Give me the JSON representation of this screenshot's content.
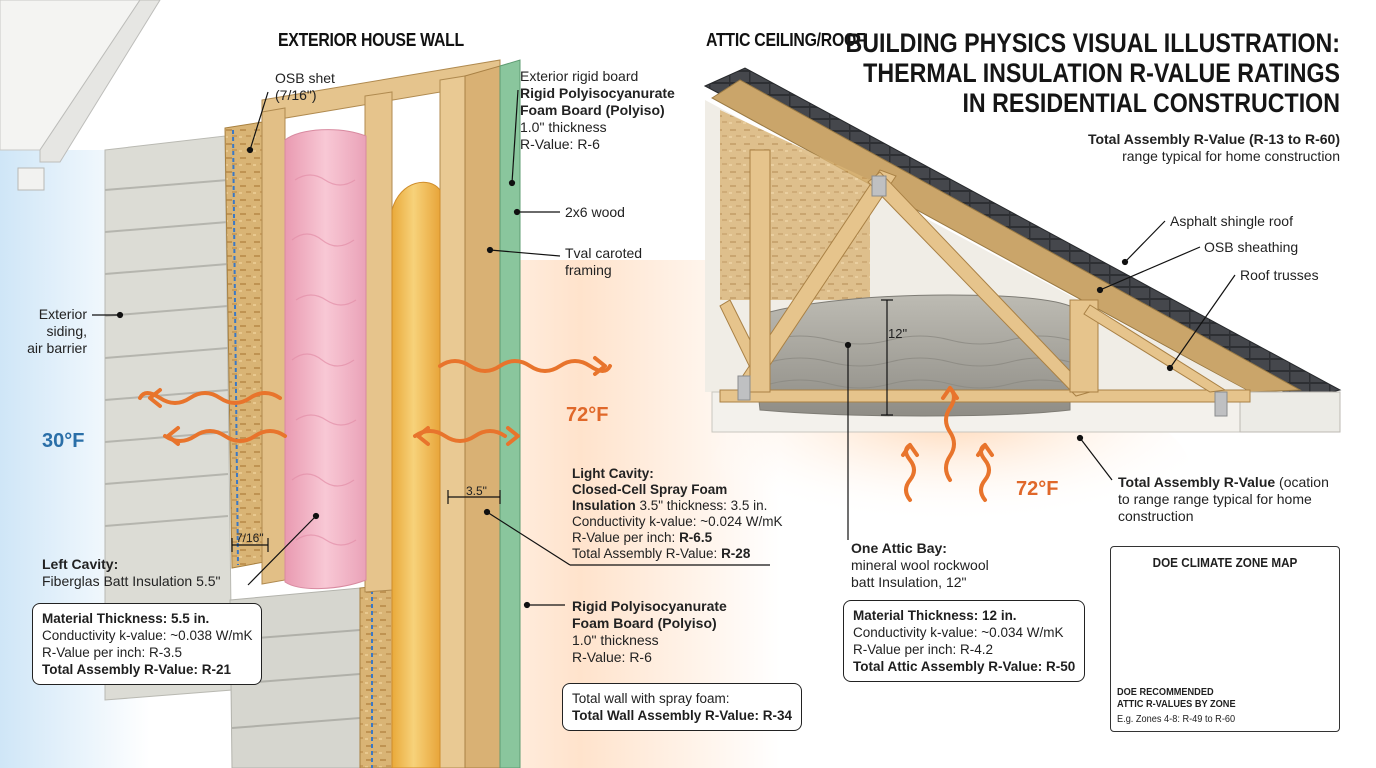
{
  "title": {
    "line1": "BUILDING PHYSICS VISUAL ILLUSTRATION:",
    "line2": "THERMAL INSULATION R-VALUE RATINGS",
    "line3": "IN RESIDENTIAL CONSTRUCTION"
  },
  "subtitle": {
    "bold": "Total Assembly R-Value (R-13 to R-60)",
    "text": "range typical for home construction"
  },
  "wall": {
    "header": "EXTERIOR HOUSE WALL",
    "osb_label_1": "OSB shet",
    "osb_label_2": "(7/16\")",
    "rigid_top_1": "Exterior rigid board",
    "rigid_top_2": "Rigid Polyisocyanurate",
    "rigid_top_3": "Foam Board (Polyiso)",
    "rigid_top_4": "1.0\" thickness",
    "rigid_top_5": "R-Value: R-6",
    "wood": "2x6 wood",
    "framing_1": "Tval caroted",
    "framing_2": "framing",
    "siding_1": "Exterior",
    "siding_2": "siding,",
    "siding_3": "air barrier",
    "temp_cold": "30°F",
    "temp_warm": "72°F",
    "dim_osb": "7/16\"",
    "dim_stud": "3.5\"",
    "left_cavity_title": "Left Cavity:",
    "left_cavity_text": "Fiberglas Batt Insulation 5.5\"",
    "left_box": {
      "line1": "Material Thickness: 5.5 in.",
      "line2": "Conductivity k-value: ~0.038 W/mK",
      "line3": "R-Value per inch: R-3.5",
      "line4": "Total Assembly R-Value: R-21"
    },
    "light_cavity": {
      "line1": "Light Cavity:",
      "line2": "Closed-Cell Spray Foam",
      "line3_bold": "Insulation",
      "line3_rest": " 3.5\" thickness: 3.5 in.",
      "line4": "Conductivity k-value: ~0.024 W/mK",
      "line5_text": "R-Value per inch: ",
      "line5_bold": "R-6.5",
      "line6_text": "Total Assembly R-Value: ",
      "line6_bold": "R-28"
    },
    "rigid_bottom_1": "Rigid Polyisocyanurate",
    "rigid_bottom_2": "Foam Board (Polyiso)",
    "rigid_bottom_3": "1.0\" thickness",
    "rigid_bottom_4": "R-Value: R-6",
    "total_box_1": "Total wall with spray foam:",
    "total_box_2": "Total Wall Assembly R-Value: R-34"
  },
  "attic": {
    "header": "ATTIC CEILING/ROOF",
    "shingle": "Asphalt shingle roof",
    "osb": "OSB sheathing",
    "trusses": "Roof trusses",
    "dim_12": "12\"",
    "temp_warm": "72°F",
    "total_1_bold": "Total Assembly R-Value",
    "total_1_rest": " (ocation",
    "total_2": "to range range typical for home",
    "total_3": "construction",
    "bay_title": "One Attic Bay:",
    "bay_1": "mineral wool rockwool",
    "bay_2": "batt Insulation, 12\"",
    "box": {
      "line1": "Material Thickness: 12 in.",
      "line2": "Conductivity k-value: ~0.034 W/mK",
      "line3": "R-Value per inch: R-4.2",
      "line4": "Total Attic Assembly R-Value: R-50"
    }
  },
  "map": {
    "title": "DOE CLIMATE ZONE MAP",
    "sub_1": "DOE RECOMMENDED",
    "sub_2": "ATTIC R-VALUES BY ZONE",
    "note": "E.g. Zones 4-8: R-49 to R-60"
  },
  "colors": {
    "cold": "#2a6fa8",
    "warm": "#e0682a",
    "arrow": "#e8742c",
    "siding": "#d9d9d3",
    "osb": "#d8b070",
    "fiberglass": "#f2b8c6",
    "spray_foam": "#f0c060",
    "stud": "#e2c08a",
    "rigid_board": "#86c49a",
    "mineral_wool": "#a9a79f",
    "shingle": "#3d3f44"
  }
}
